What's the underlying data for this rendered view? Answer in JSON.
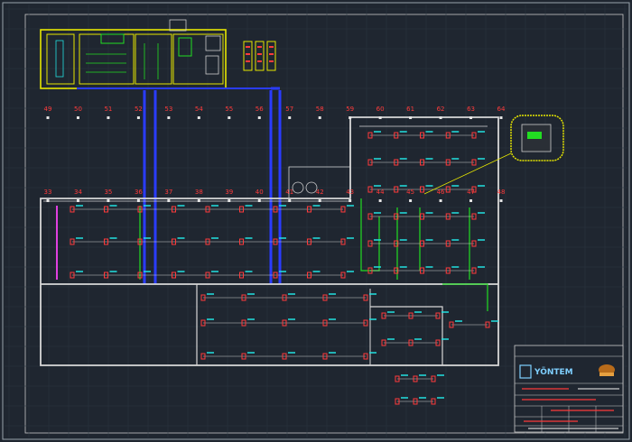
{
  "drawing": {
    "background": "#1f2630",
    "grid_labels_top": [
      "49",
      "50",
      "51",
      "52",
      "53",
      "54",
      "55",
      "56",
      "57",
      "58",
      "59",
      "60",
      "61",
      "62",
      "63",
      "64"
    ],
    "grid_labels_mid": [
      "33",
      "34",
      "35",
      "36",
      "37",
      "38",
      "39",
      "40",
      "41",
      "42",
      "43",
      "44",
      "45",
      "46",
      "47",
      "48"
    ],
    "colors": {
      "wall": "#d8d8d8",
      "cable_blue": "#2a3cff",
      "cable_green": "#22dd22",
      "fixture_red": "#ff3b3b",
      "tag_cyan": "#22e0e0",
      "detail_yellow": "#e6e600",
      "magenta": "#e040e0"
    }
  },
  "title_block": {
    "brand": "YÖNTEM",
    "brand_color": "#7fd0ff",
    "logo_icon": "company-emblem-icon"
  },
  "detail_callout": {
    "icon": "control-panel-icon"
  }
}
